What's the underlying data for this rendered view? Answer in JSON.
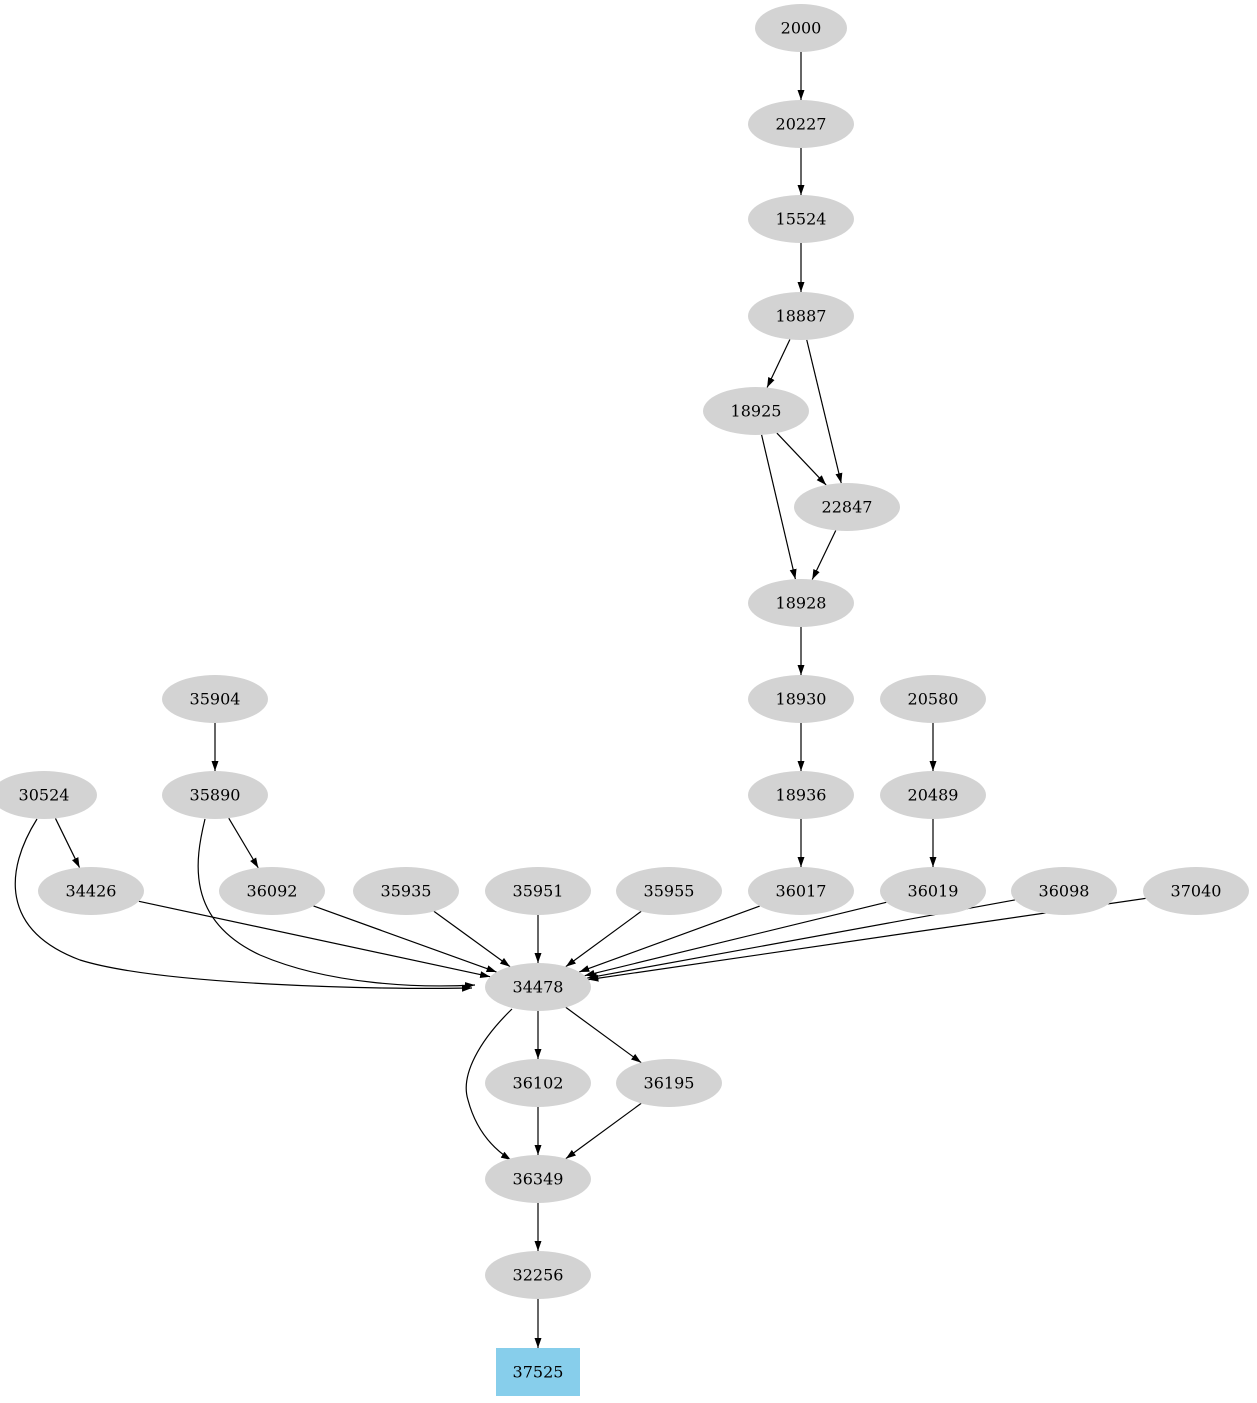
{
  "colors": {
    "node_fill": "#d3d3d3",
    "target_fill": "#87ceeb",
    "edge": "#000000"
  },
  "target_node": "37525",
  "nodes": [
    "2000",
    "20227",
    "15524",
    "18887",
    "18925",
    "22847",
    "18928",
    "18930",
    "20580",
    "35904",
    "30524",
    "35890",
    "18936",
    "20489",
    "34426",
    "36092",
    "35935",
    "35951",
    "35955",
    "36017",
    "36019",
    "36098",
    "37040",
    "34478",
    "36102",
    "36195",
    "36349",
    "32256",
    "37525"
  ],
  "edges": [
    [
      "2000",
      "20227"
    ],
    [
      "20227",
      "15524"
    ],
    [
      "15524",
      "18887"
    ],
    [
      "18887",
      "18925"
    ],
    [
      "18887",
      "22847"
    ],
    [
      "18925",
      "22847"
    ],
    [
      "18925",
      "18928"
    ],
    [
      "22847",
      "18928"
    ],
    [
      "18928",
      "18930"
    ],
    [
      "18930",
      "18936"
    ],
    [
      "18936",
      "36017"
    ],
    [
      "20580",
      "20489"
    ],
    [
      "20489",
      "36019"
    ],
    [
      "35904",
      "35890"
    ],
    [
      "35890",
      "36092"
    ],
    [
      "35890",
      "34478"
    ],
    [
      "30524",
      "34426"
    ],
    [
      "30524",
      "34478"
    ],
    [
      "34426",
      "34478"
    ],
    [
      "36092",
      "34478"
    ],
    [
      "35935",
      "34478"
    ],
    [
      "35951",
      "34478"
    ],
    [
      "35955",
      "34478"
    ],
    [
      "36017",
      "34478"
    ],
    [
      "36019",
      "34478"
    ],
    [
      "36098",
      "34478"
    ],
    [
      "37040",
      "34478"
    ],
    [
      "34478",
      "36102"
    ],
    [
      "34478",
      "36195"
    ],
    [
      "34478",
      "36349"
    ],
    [
      "36102",
      "36349"
    ],
    [
      "36195",
      "36349"
    ],
    [
      "36349",
      "32256"
    ],
    [
      "32256",
      "37525"
    ]
  ]
}
